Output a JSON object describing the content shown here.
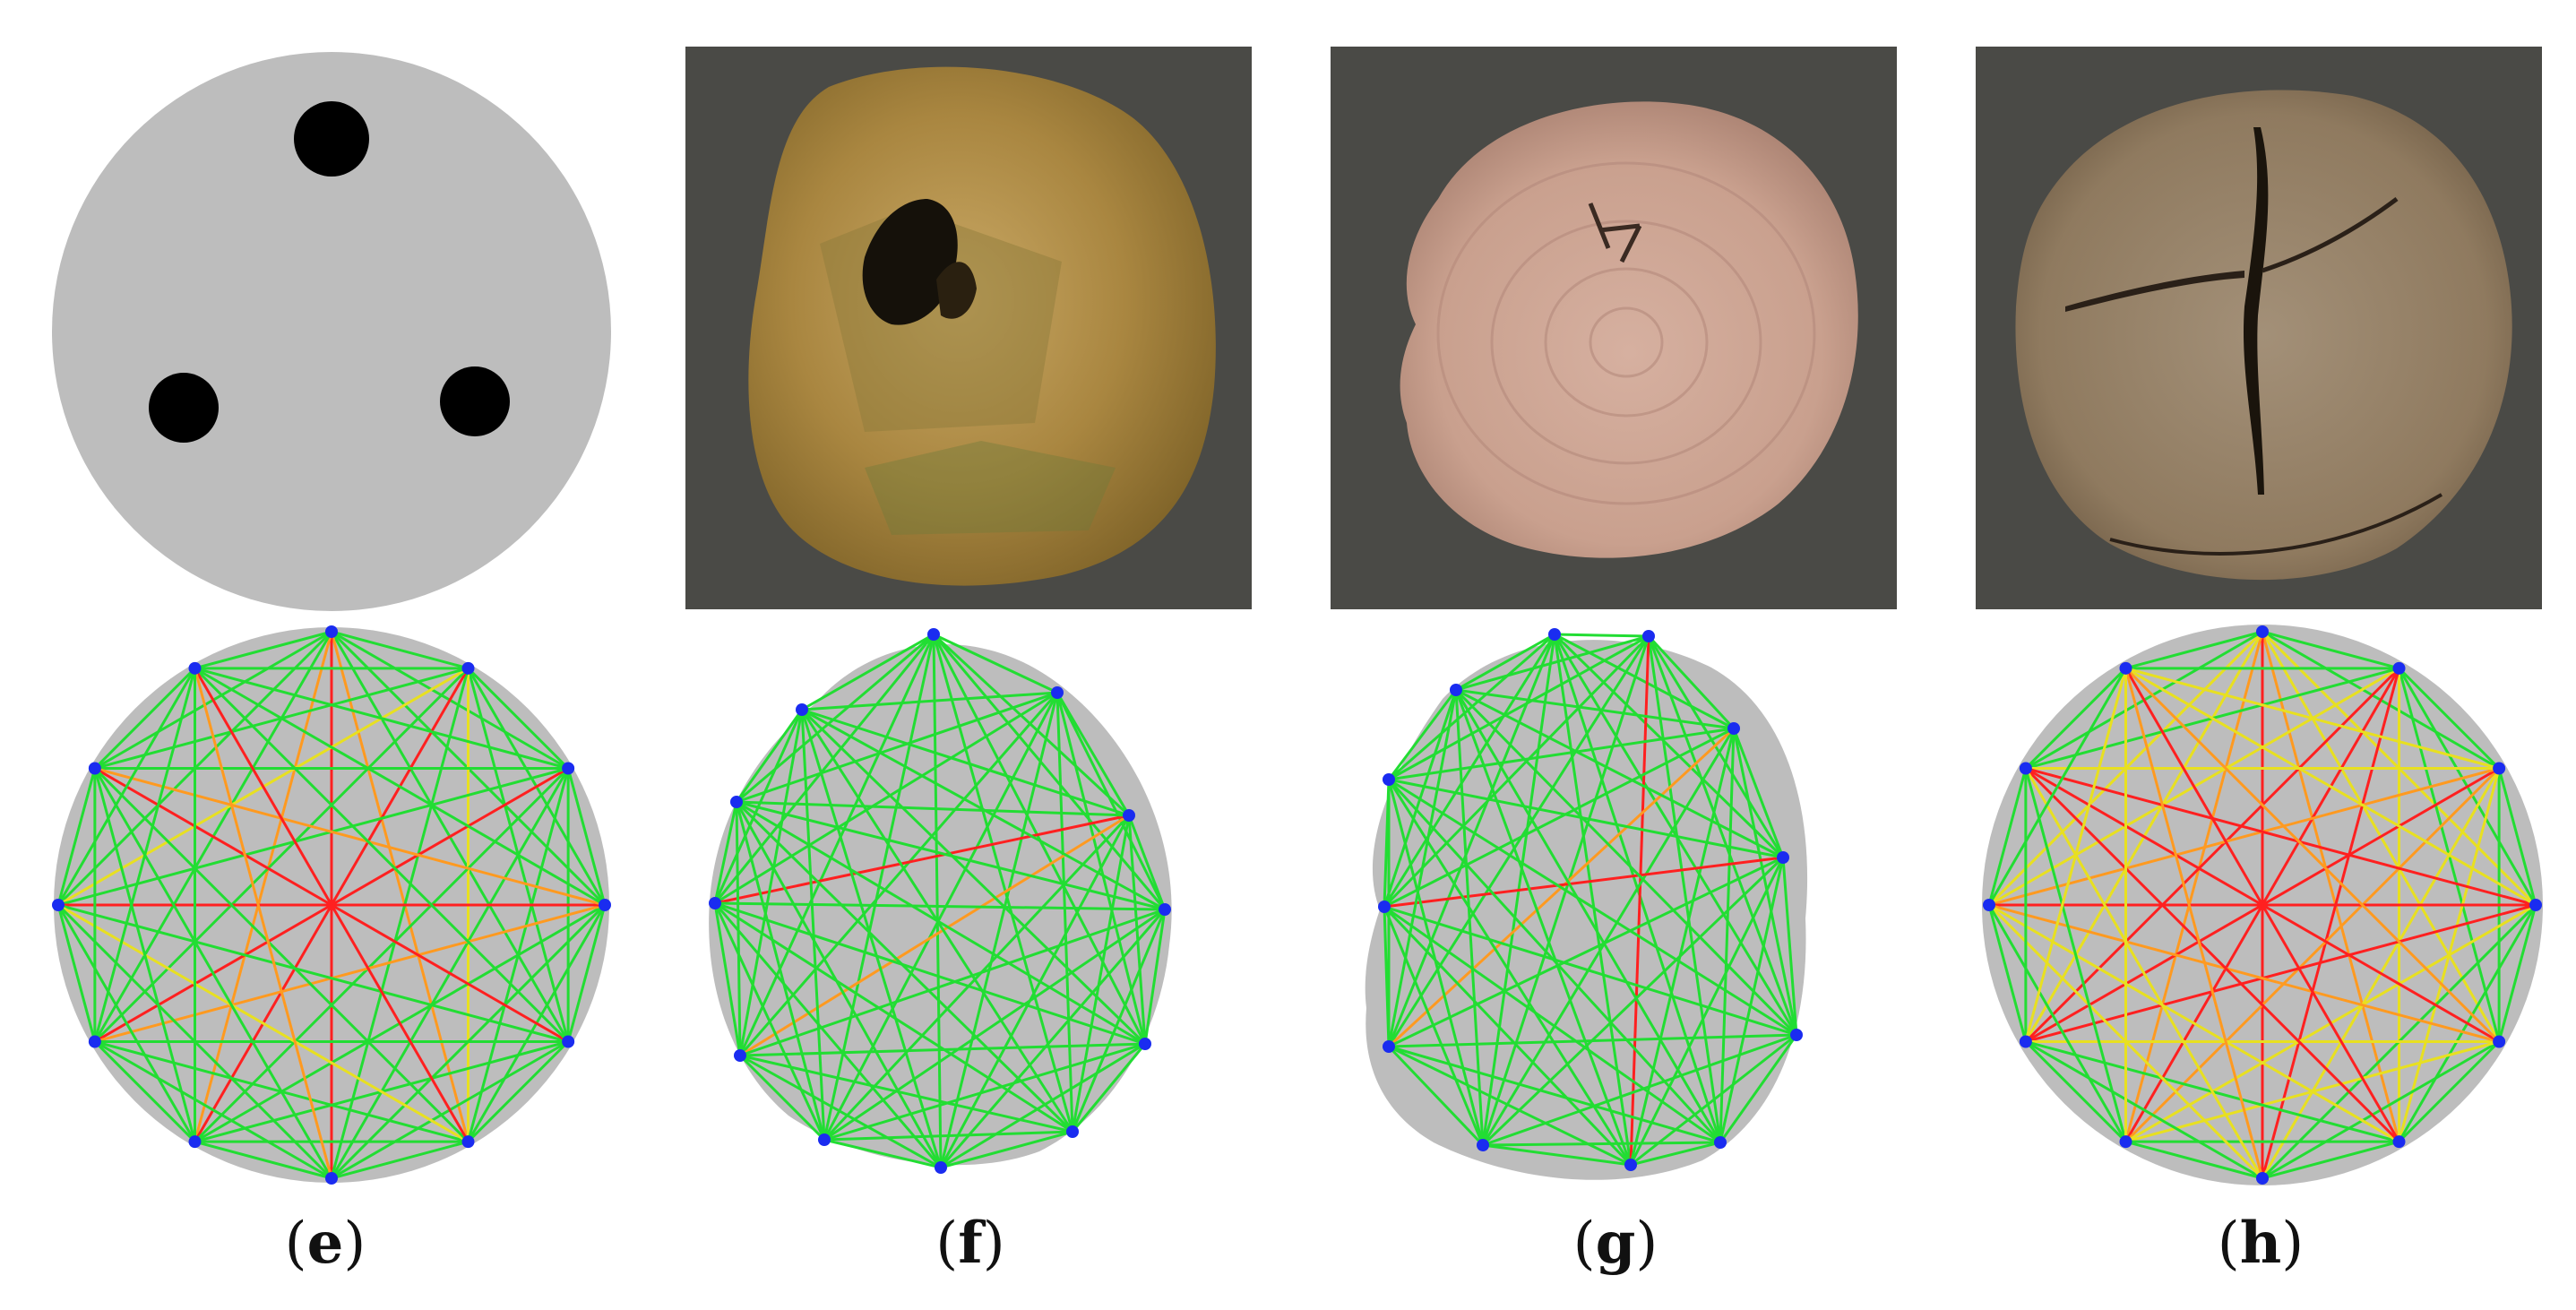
{
  "captions": {
    "e": "e",
    "f": "f",
    "g": "g",
    "h": "h"
  },
  "colors": {
    "background_panel": "#4a4a46",
    "section_gray": "#bdbdbd",
    "defect": "#000000",
    "ray_good": "#22dd33",
    "ray_mid": "#e8e020",
    "ray_warn": "#ff9a20",
    "ray_bad": "#ff2020",
    "sensor": "#1a2cf0"
  },
  "panels": [
    "simulated-section-e",
    "wood-photo-f",
    "wood-photo-g",
    "wood-photo-h",
    "ray-map-e",
    "ray-map-f",
    "ray-map-g",
    "ray-map-h"
  ],
  "sensor_count": 12
}
